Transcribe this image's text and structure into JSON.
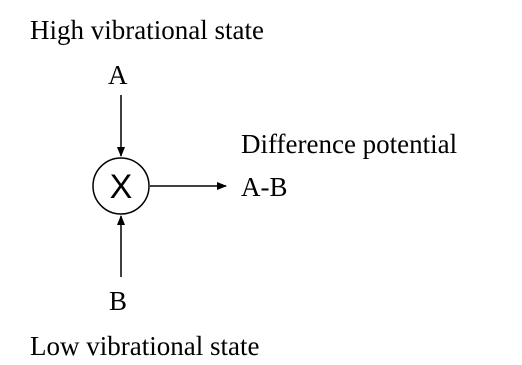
{
  "diagram": {
    "title_top": "High vibrational state",
    "input_a": "A",
    "mixer_symbol": "X",
    "output_title": "Difference potential",
    "output_value": "A-B",
    "input_b": "B",
    "title_bottom": "Low vibrational state"
  }
}
